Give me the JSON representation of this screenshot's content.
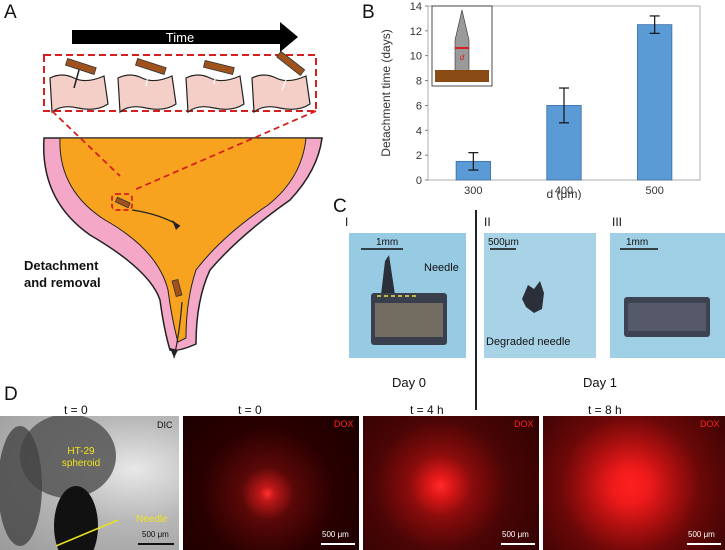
{
  "panels": {
    "A": {
      "label": "A",
      "arrow_text": "Time",
      "caption_line1": "Detachment",
      "caption_line2": "and removal"
    },
    "B": {
      "label": "B",
      "inset_symbol": "d"
    },
    "C": {
      "label": "C",
      "sub": [
        {
          "roman": "I",
          "scale": "1mm",
          "annotation": "Needle"
        },
        {
          "roman": "II",
          "scale": "500μm",
          "annotation": "Degraded needle"
        },
        {
          "roman": "III",
          "scale": "1mm",
          "annotation": ""
        }
      ],
      "day0": "Day 0",
      "day1": "Day 1"
    },
    "D": {
      "label": "D",
      "images": [
        {
          "title": "t = 0",
          "channel": "DIC",
          "scale": "500 μm",
          "spheroid_line1": "HT-29",
          "spheroid_line2": "spheroid",
          "needle": "Needle"
        },
        {
          "title": "t = 0",
          "channel": "DOX",
          "scale": "500 μm"
        },
        {
          "title": "t = 4 h",
          "channel": "DOX",
          "scale": "500 μm"
        },
        {
          "title": "t = 8 h",
          "channel": "DOX",
          "scale": "500 μm"
        }
      ]
    }
  },
  "chart_data": {
    "type": "bar",
    "categories": [
      "300",
      "400",
      "500"
    ],
    "values": [
      1.5,
      6.0,
      12.5
    ],
    "errors": [
      0.7,
      1.4,
      0.7
    ],
    "xlabel": "d (μm)",
    "ylabel": "Detachment time (days)",
    "ylim": [
      0,
      14
    ],
    "yticks": [
      0,
      2,
      4,
      6,
      8,
      10,
      12,
      14
    ],
    "bar_color": "#5b9bd5",
    "grid": false
  }
}
